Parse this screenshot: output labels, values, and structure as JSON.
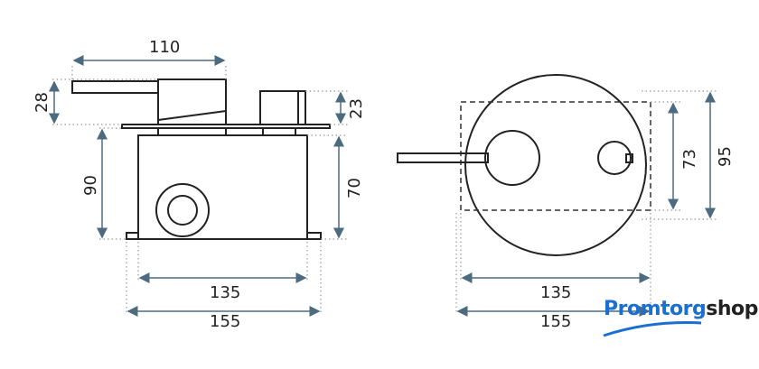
{
  "side_view": {
    "dims": {
      "top_width": "110",
      "handle_height": "28",
      "knob_height": "23",
      "total_depth": "90",
      "box_depth": "70",
      "box_width": "135",
      "plate_width": "155"
    }
  },
  "front_view": {
    "dims": {
      "rect_height": "73",
      "total_height": "95",
      "box_width": "135",
      "plate_width": "155"
    }
  },
  "logo": {
    "part1": "Promtorg",
    "part2": "shop"
  },
  "colors": {
    "dimension": "#4d6b80",
    "logo_blue": "#1a6fd1"
  }
}
